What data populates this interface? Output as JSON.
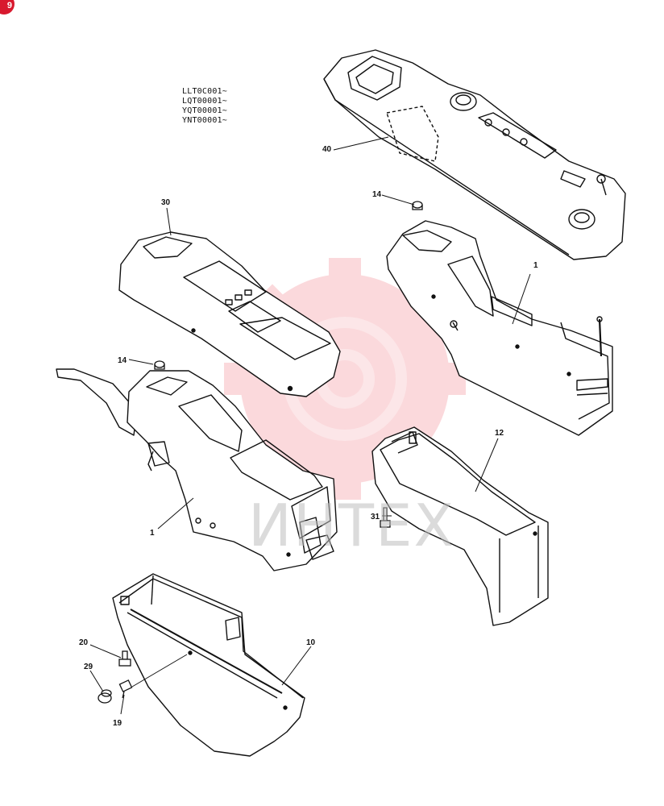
{
  "serial_ranges": [
    "LLT0C001~",
    "LQT00001~",
    "YQT00001~",
    "YNT00001~"
  ],
  "watermark": {
    "text": "ИНТЕХ",
    "color": "#e8192c"
  },
  "badge": "9",
  "callouts": {
    "c40": "40",
    "c14a": "14",
    "c30": "30",
    "c1a": "1",
    "c14b": "14",
    "c1b": "1",
    "c12": "12",
    "c31": "31",
    "c20": "20",
    "c10": "10",
    "c29": "29",
    "c19": "19"
  }
}
